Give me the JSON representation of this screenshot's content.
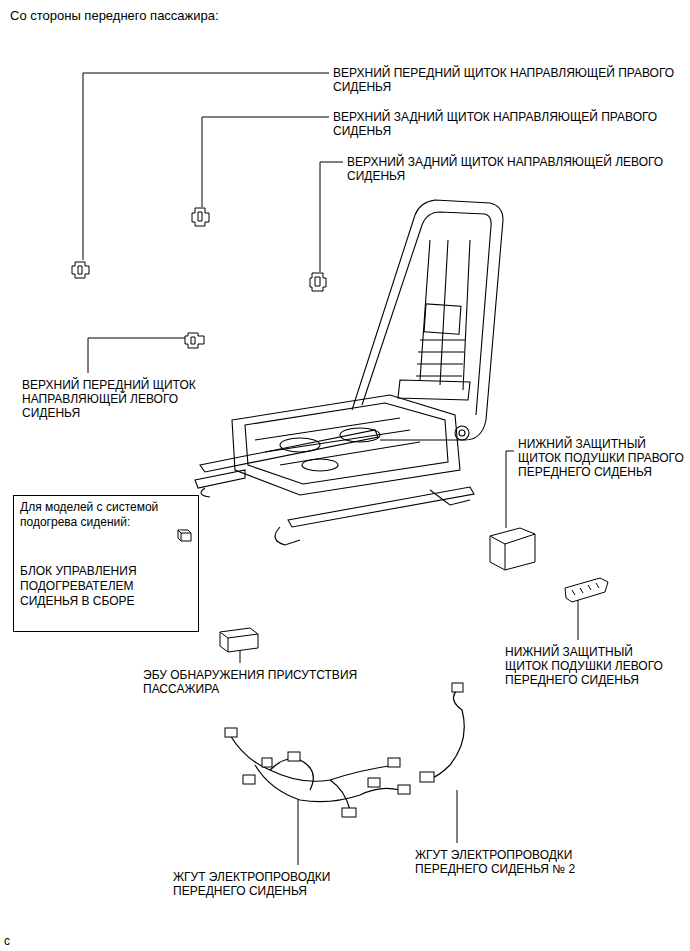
{
  "diagram": {
    "title": "Со стороны переднего пассажира:",
    "nodes": [
      {
        "text": [
          "Для моделей с системой подогрева сидений:",
          "БЛОК УПРАВЛЕНИЯ ПОДОГРЕВАТЕЛЕМ СИДЕНЬЯ В СБОРЕ"
        ]
      }
    ],
    "labels": [
      "ВЕРХНИЙ ПЕРЕДНИЙ ЩИТОК НАПРАВЛЯЮЩЕЙ ПРАВОГО СИДЕНЬЯ",
      "ВЕРХНИЙ ЗАДНИЙ ЩИТОК НАПРАВЛЯЮЩЕЙ ПРАВОГО СИДЕНЬЯ",
      "ВЕРХНИЙ ЗАДНИЙ ЩИТОК НАПРАВЛЯЮЩЕЙ ЛЕВОГО СИДЕНЬЯ",
      "ВЕРХНИЙ ПЕРЕДНИЙ ЩИТОК НАПРАВЛЯЮЩЕЙ ЛЕВОГО СИДЕНЬЯ",
      "НИЖНИЙ ЗАЩИТНЫЙ ЩИТОК ПОДУШКИ ПРАВОГО ПЕРЕДНЕГО СИДЕНЬЯ",
      "ЭБУ ОБНАРУЖЕНИЯ ПРИСУТСТВИЯ ПАССАЖИРА",
      "НИЖНИЙ ЗАЩИТНЫЙ ЩИТОК ПОДУШКИ ЛЕВОГО ПЕРЕДНЕГО СИДЕНЬЯ",
      "ЖГУТ ЭЛЕКТРОПРОВОДКИ ПЕРЕДНЕГО СИДЕНЬЯ",
      "ЖГУТ ЭЛЕКТРОПРОВОДКИ ПЕРЕДНЕГО СИДЕНЬЯ № 2",
      "c"
    ]
  }
}
